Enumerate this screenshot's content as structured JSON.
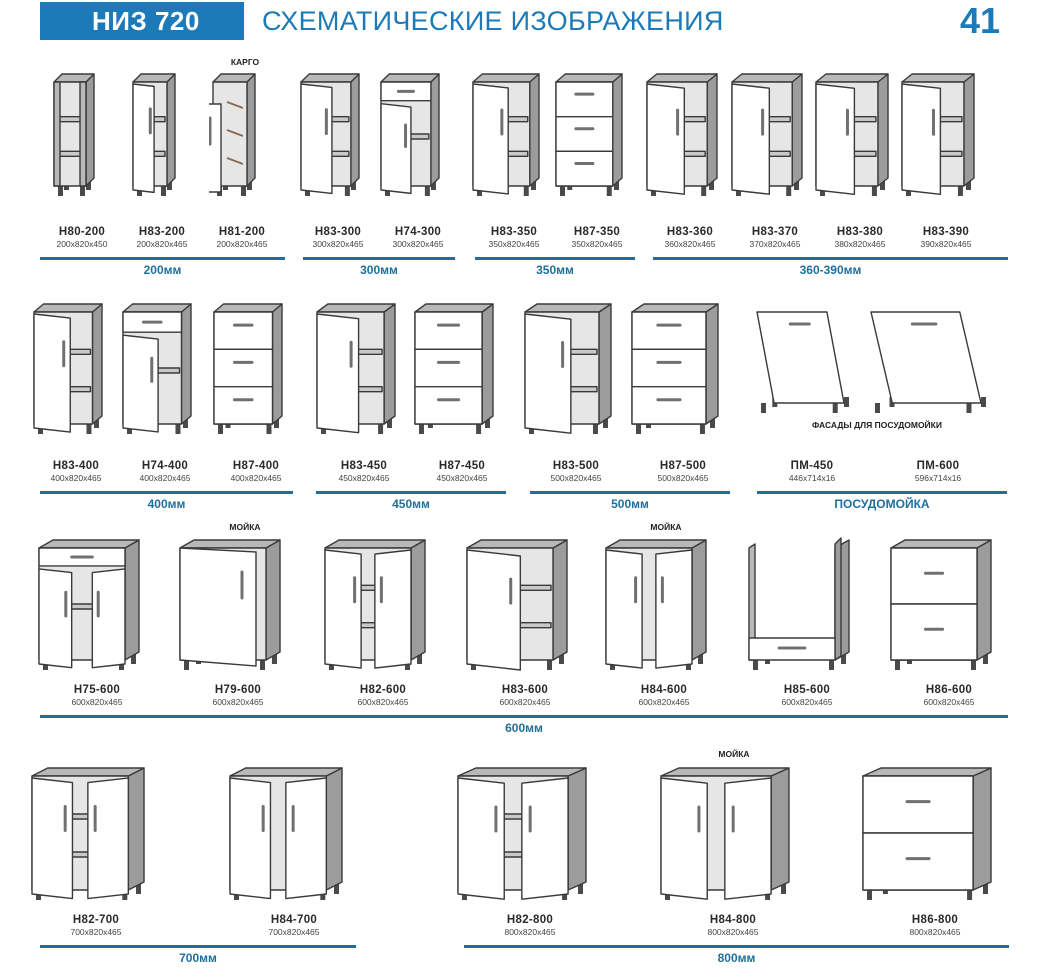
{
  "header": {
    "banner": "НИЗ 720",
    "title": "СХЕМАТИЧЕСКИЕ ИЗОБРАЖЕНИЯ",
    "page": "41"
  },
  "notes": {
    "cargo": "КАРГО",
    "sink1": "МОЙКА",
    "sink2": "МОЙКА",
    "sink3": "МОЙКА",
    "dishwasher_facades": "ФАСАДЫ ДЛЯ ПОСУДОМОЙКИ"
  },
  "groups": [
    "200мм",
    "300мм",
    "350мм",
    "360-390мм",
    "400мм",
    "450мм",
    "500мм",
    "ПОСУДОМОЙКА",
    "600мм",
    "700мм",
    "800мм"
  ],
  "units": [
    {
      "code": "Н80-200",
      "dims": "200x820x450"
    },
    {
      "code": "Н83-200",
      "dims": "200x820x465"
    },
    {
      "code": "Н81-200",
      "dims": "200x820x465"
    },
    {
      "code": "Н83-300",
      "dims": "300x820x465"
    },
    {
      "code": "Н74-300",
      "dims": "300x820x465"
    },
    {
      "code": "Н83-350",
      "dims": "350x820x465"
    },
    {
      "code": "Н87-350",
      "dims": "350x820x465"
    },
    {
      "code": "Н83-360",
      "dims": "360x820x465"
    },
    {
      "code": "Н83-370",
      "dims": "370x820x465"
    },
    {
      "code": "Н83-380",
      "dims": "380x820x465"
    },
    {
      "code": "Н83-390",
      "dims": "390x820x465"
    },
    {
      "code": "Н83-400",
      "dims": "400x820x465"
    },
    {
      "code": "Н74-400",
      "dims": "400x820x465"
    },
    {
      "code": "Н87-400",
      "dims": "400x820x465"
    },
    {
      "code": "Н83-450",
      "dims": "450x820x465"
    },
    {
      "code": "Н87-450",
      "dims": "450x820x465"
    },
    {
      "code": "Н83-500",
      "dims": "500x820x465"
    },
    {
      "code": "Н87-500",
      "dims": "500x820x465"
    },
    {
      "code": "ПМ-450",
      "dims": "446x714x16"
    },
    {
      "code": "ПМ-600",
      "dims": "596x714x16"
    },
    {
      "code": "Н75-600",
      "dims": "600x820x465"
    },
    {
      "code": "Н79-600",
      "dims": "600x820x465"
    },
    {
      "code": "Н82-600",
      "dims": "600x820x465"
    },
    {
      "code": "Н83-600",
      "dims": "600x820x465"
    },
    {
      "code": "Н84-600",
      "dims": "600x820x465"
    },
    {
      "code": "Н85-600",
      "dims": "600x820x465"
    },
    {
      "code": "Н86-600",
      "dims": "600x820x465"
    },
    {
      "code": "Н82-700",
      "dims": "700x820x465"
    },
    {
      "code": "Н84-700",
      "dims": "700x820x465"
    },
    {
      "code": "Н82-800",
      "dims": "800x820x465"
    },
    {
      "code": "Н84-800",
      "dims": "800x820x465"
    },
    {
      "code": "Н86-800",
      "dims": "800x820x465"
    }
  ]
}
